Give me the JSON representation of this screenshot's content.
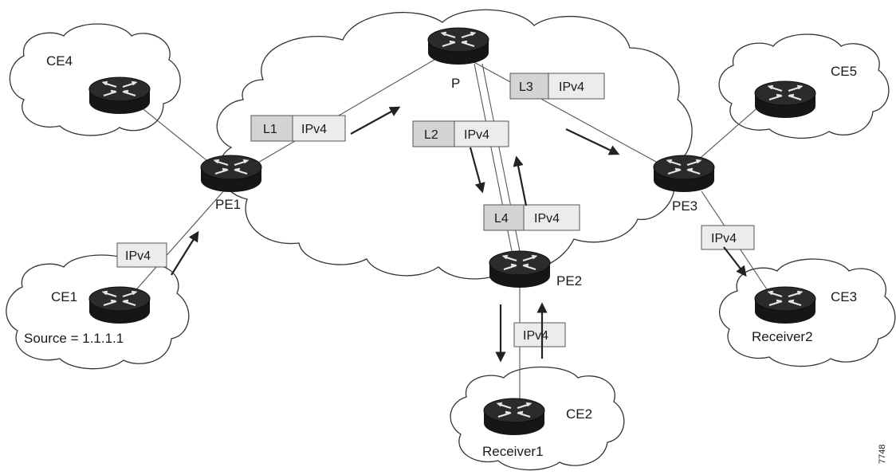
{
  "colors": {
    "router_body": "#1a1a1a",
    "router_top": "#2c2c2c",
    "label_box": "#ececec",
    "label_box_dark": "#d4d4d4"
  },
  "icons": {
    "router": "router-icon",
    "cloud": "network-cloud-icon",
    "arrow": "arrow-icon"
  },
  "nodes": {
    "p": "P",
    "pe1": "PE1",
    "pe2": "PE2",
    "pe3": "PE3",
    "ce1": "CE1",
    "ce2": "CE2",
    "ce3": "CE3",
    "ce4": "CE4",
    "ce5": "CE5"
  },
  "captions": {
    "source": "Source = 1.1.1.1",
    "receiver1": "Receiver1",
    "receiver2": "Receiver2"
  },
  "packets": {
    "l1": {
      "label": "L1",
      "payload": "IPv4"
    },
    "l2": {
      "label": "L2",
      "payload": "IPv4"
    },
    "l3": {
      "label": "L3",
      "payload": "IPv4"
    },
    "l4": {
      "label": "L4",
      "payload": "IPv4"
    },
    "ce1_pe1": {
      "payload": "IPv4"
    },
    "pe3_ce3": {
      "payload": "IPv4"
    },
    "pe2_ce2": {
      "payload": "IPv4"
    }
  },
  "figure_id": "7748"
}
